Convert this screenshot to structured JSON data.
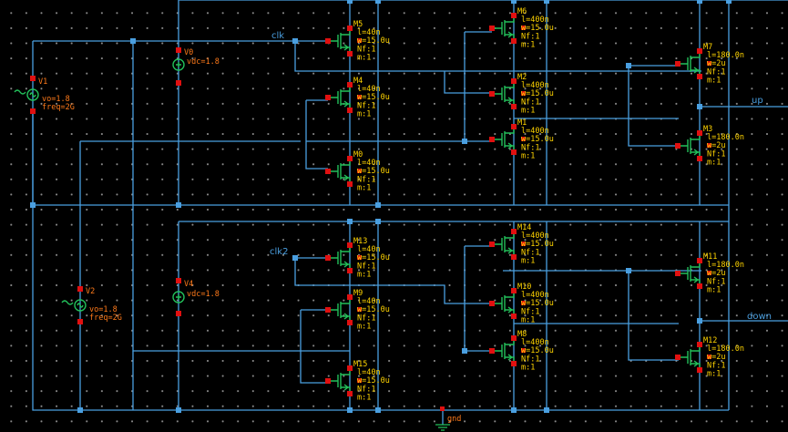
{
  "colors": {
    "background": "#000000",
    "wire": "#4a9fe0",
    "device": "#22c05a",
    "pin": "#e01010",
    "mos_label": "#ffd400",
    "source_label": "#ff7a1a"
  },
  "nets": {
    "clk": "clk",
    "clk2": "clk2",
    "up": "up",
    "down": "down",
    "ground": "gnd"
  },
  "sources": [
    {
      "name": "V1",
      "l1": "vo=1.8",
      "l2": "freq=2G",
      "icon": "sine-source-icon"
    },
    {
      "name": "V0",
      "l1": "vdc=1.8",
      "icon": "dc-source-icon"
    },
    {
      "name": "V2",
      "l1": "vo=1.8",
      "l2": "freq=2G",
      "icon": "sine-source-icon"
    },
    {
      "name": "V4",
      "l1": "vdc=1.8",
      "icon": "dc-source-icon"
    }
  ],
  "mosfets": [
    {
      "name": "M5",
      "l1": "l=40n",
      "l2": "w=15.0u",
      "l3": "Nf:1",
      "l4": "m:1"
    },
    {
      "name": "M4",
      "l1": "l=40n",
      "l2": "w=15.0u",
      "l3": "Nf:1",
      "l4": "m:1"
    },
    {
      "name": "M0",
      "l1": "l=40n",
      "l2": "w=15.0u",
      "l3": "Nf:1",
      "l4": "m:1"
    },
    {
      "name": "M6",
      "l1": "l=400n",
      "l2": "w=15.0u",
      "l3": "Nf:1",
      "l4": "m:1"
    },
    {
      "name": "M2",
      "l1": "l=400n",
      "l2": "w=15.0u",
      "l3": "Nf:1",
      "l4": "m:1"
    },
    {
      "name": "M1",
      "l1": "l=400n",
      "l2": "w=15.0u",
      "l3": "Nf:1",
      "l4": "m:1"
    },
    {
      "name": "M7",
      "l1": "l=180.0n",
      "l2": "w=2u",
      "l3": "Nf:1",
      "l4": "m:1"
    },
    {
      "name": "M3",
      "l1": "l=180.0n",
      "l2": "w=2u",
      "l3": "Nf:1",
      "l4": "m:1"
    },
    {
      "name": "M13",
      "l1": "l=40n",
      "l2": "w=15.0u",
      "l3": "Nf:1",
      "l4": "m:1"
    },
    {
      "name": "M9",
      "l1": "l=40n",
      "l2": "w=15.0u",
      "l3": "Nf:1",
      "l4": "m:1"
    },
    {
      "name": "M15",
      "l1": "l=40n",
      "l2": "w=15.0u",
      "l3": "Nf:1",
      "l4": "m:1"
    },
    {
      "name": "M14",
      "l1": "l=400n",
      "l2": "w=15.0u",
      "l3": "Nf:1",
      "l4": "m:1"
    },
    {
      "name": "M10",
      "l1": "l=400n",
      "l2": "w=15.0u",
      "l3": "Nf:1",
      "l4": "m:1"
    },
    {
      "name": "M8",
      "l1": "l=400n",
      "l2": "w=15.0u",
      "l3": "Nf:1",
      "l4": "m:1"
    },
    {
      "name": "M11",
      "l1": "l=180.0n",
      "l2": "w=2u",
      "l3": "Nf:1",
      "l4": "m:1"
    },
    {
      "name": "M12",
      "l1": "l=180.0n",
      "l2": "w=2u",
      "l3": "Nf:1",
      "l4": "m:1"
    }
  ]
}
